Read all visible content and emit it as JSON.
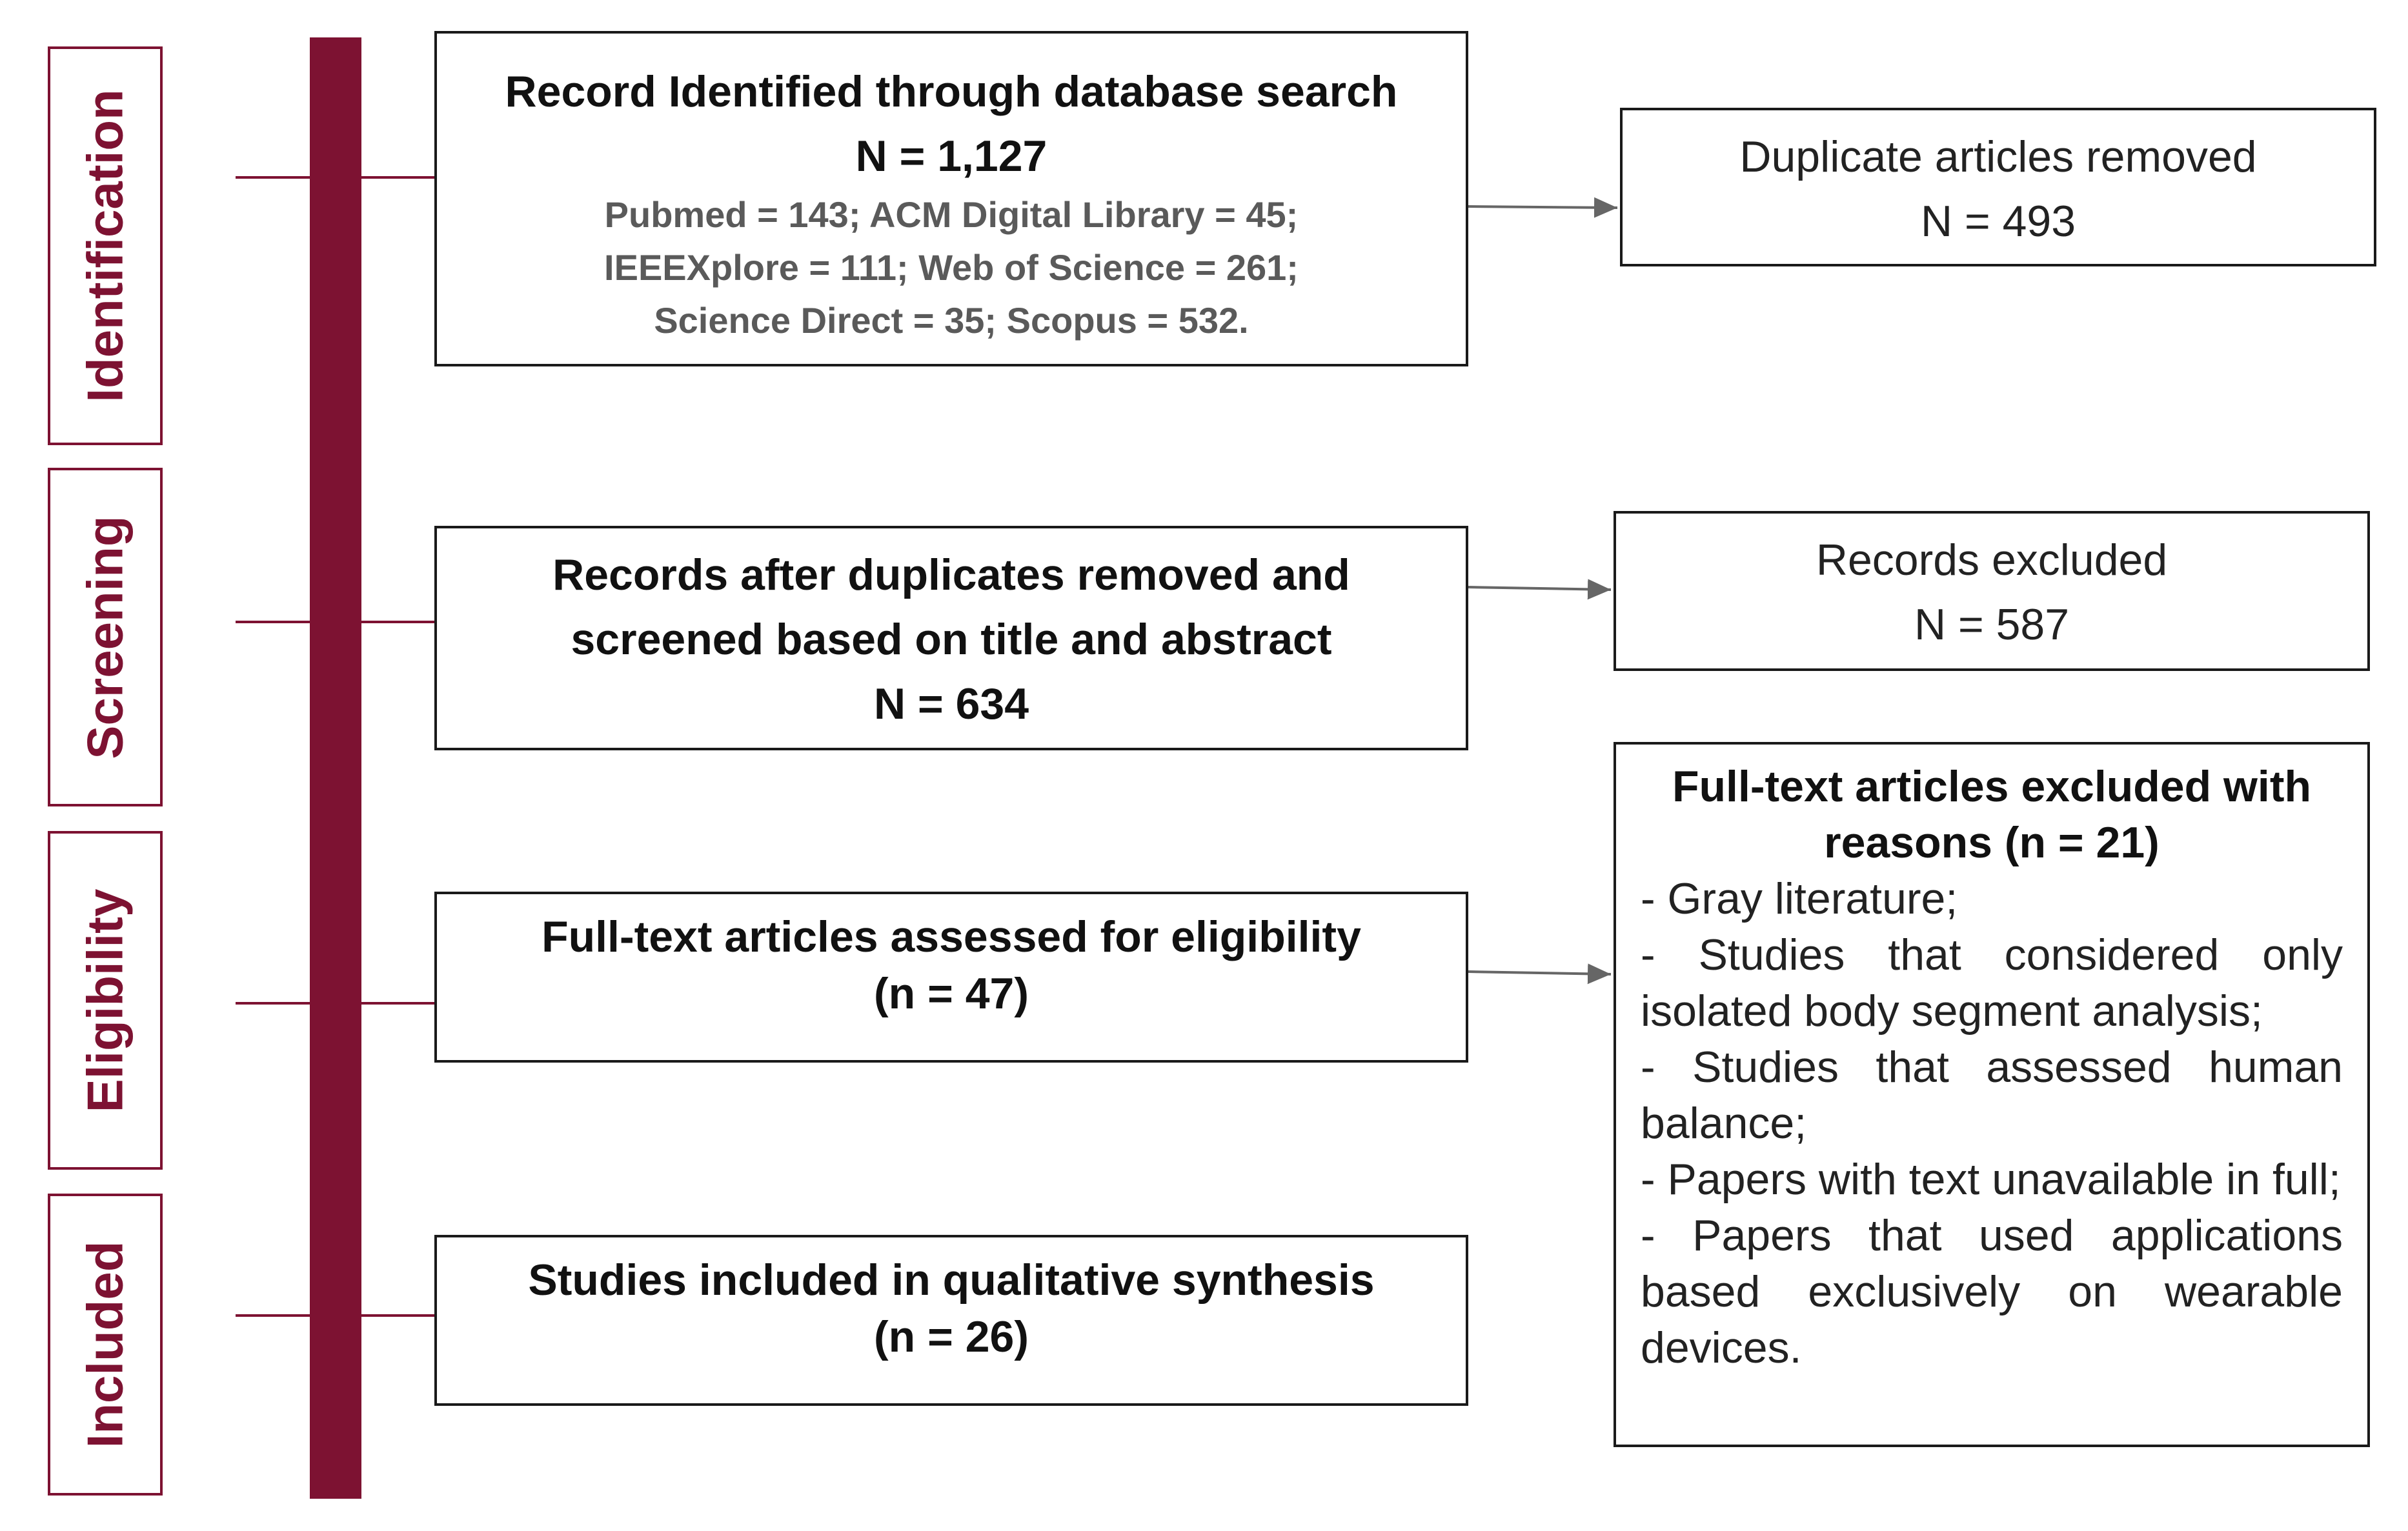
{
  "phases": [
    {
      "label": "Identification"
    },
    {
      "label": "Screening"
    },
    {
      "label": "Eligibility"
    },
    {
      "label": "Included"
    }
  ],
  "identification_box": {
    "title": "Record Identified through database search",
    "count": "N = 1,127",
    "sources_line1": "Pubmed = 143; ACM Digital Library = 45;",
    "sources_line2": "IEEEXplore = 111; Web of Science = 261;",
    "sources_line3": "Science Direct = 35; Scopus = 532."
  },
  "duplicates_box": {
    "title": "Duplicate articles removed",
    "count": "N = 493"
  },
  "screening_box": {
    "line1": "Records after duplicates removed and",
    "line2": "screened based on title and abstract",
    "count": "N = 634"
  },
  "excluded_box": {
    "title": "Records excluded",
    "count": "N = 587"
  },
  "eligibility_box": {
    "title": "Full-text articles assessed for eligibility",
    "count": "(n = 47)"
  },
  "included_box": {
    "title": "Studies included in qualitative synthesis",
    "count": "(n = 26)"
  },
  "reasons_box": {
    "title_line1": "Full-text articles excluded with",
    "title_line2": "reasons (n = 21)",
    "items": [
      "- Gray literature;",
      "- Studies that considered only isolated body segment analysis;",
      "- Studies that assessed human balance;",
      "- Papers with text unavailable in full;",
      "- Papers that used applications based exclusively on wearable devices."
    ]
  },
  "colors": {
    "accent": "#7d1232",
    "box_border": "#1a1a1a",
    "source_text": "#5a5a5a",
    "arrow": "#666666"
  }
}
